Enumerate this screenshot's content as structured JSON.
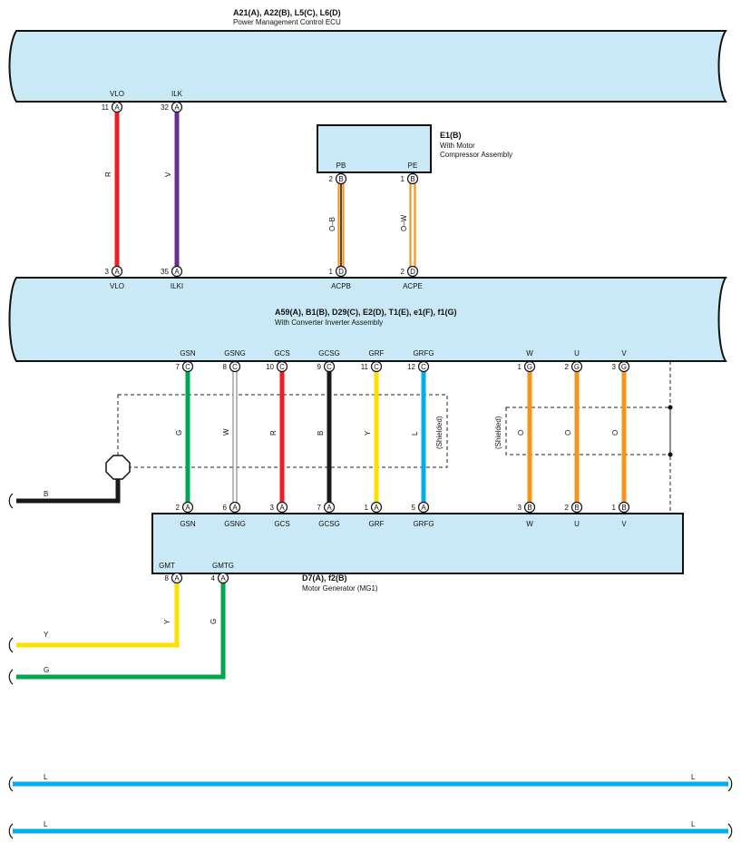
{
  "ecu_power": {
    "ref": "A21(A), A22(B), L5(C), L6(D)",
    "name": "Power Management Control ECU"
  },
  "compressor": {
    "ref": "E1(B)",
    "name1": "With Motor",
    "name2": "Compressor Assembly"
  },
  "inverter": {
    "ref": "A59(A), B1(B), D29(C), E2(D), T1(E), e1(F), f1(G)",
    "name": "With Converter Inverter Assembly"
  },
  "mg1": {
    "ref": "D7(A), f2(B)",
    "name": "Motor Generator (MG1)"
  },
  "wires_top": [
    {
      "top_name": "VLO",
      "top_pin": "11",
      "top_conn": "A",
      "color_code": "R",
      "color": "#ee1c24",
      "bot_pin": "3",
      "bot_conn": "A",
      "bot_name": "VLO"
    },
    {
      "top_name": "ILK",
      "top_pin": "32",
      "top_conn": "A",
      "color_code": "V",
      "color": "#6a2c91",
      "bot_pin": "35",
      "bot_conn": "A",
      "bot_name": "ILKI"
    }
  ],
  "wires_compressor": [
    {
      "top_name": "PB",
      "top_pin": "2",
      "top_conn": "B",
      "color_code": "O–B",
      "bot_pin": "1",
      "bot_conn": "D",
      "bot_name": "ACPB"
    },
    {
      "top_name": "PE",
      "top_pin": "1",
      "top_conn": "B",
      "color_code": "O–W",
      "bot_pin": "2",
      "bot_conn": "D",
      "bot_name": "ACPE"
    }
  ],
  "wires_mg1": [
    {
      "top_name": "GSN",
      "top_pin": "7",
      "top_conn": "C",
      "color_code": "G",
      "color": "#00a651",
      "bot_pin": "2",
      "bot_conn": "A",
      "bot_name": "GSN"
    },
    {
      "top_name": "GSNG",
      "top_pin": "8",
      "top_conn": "C",
      "color_code": "W",
      "color": "#ffffff",
      "bot_pin": "6",
      "bot_conn": "A",
      "bot_name": "GSNG"
    },
    {
      "top_name": "GCS",
      "top_pin": "10",
      "top_conn": "C",
      "color_code": "R",
      "color": "#ee1c24",
      "bot_pin": "3",
      "bot_conn": "A",
      "bot_name": "GCS"
    },
    {
      "top_name": "GCSG",
      "top_pin": "9",
      "top_conn": "C",
      "color_code": "B",
      "color": "#1a1a1a",
      "bot_pin": "7",
      "bot_conn": "A",
      "bot_name": "GCSG"
    },
    {
      "top_name": "GRF",
      "top_pin": "11",
      "top_conn": "C",
      "color_code": "Y",
      "color": "#ffde00",
      "bot_pin": "1",
      "bot_conn": "A",
      "bot_name": "GRF"
    },
    {
      "top_name": "GRFG",
      "top_pin": "12",
      "top_conn": "C",
      "color_code": "L",
      "color": "#00aeef",
      "bot_pin": "5",
      "bot_conn": "A",
      "bot_name": "GRFG"
    }
  ],
  "wires_power": [
    {
      "top_name": "W",
      "top_pin": "1",
      "top_conn": "G",
      "color_code": "O",
      "color": "#f7941d",
      "bot_pin": "3",
      "bot_conn": "B",
      "bot_name": "W"
    },
    {
      "top_name": "U",
      "top_pin": "2",
      "top_conn": "G",
      "color_code": "O",
      "color": "#f7941d",
      "bot_pin": "2",
      "bot_conn": "B",
      "bot_name": "U"
    },
    {
      "top_name": "V",
      "top_pin": "3",
      "top_conn": "G",
      "color_code": "O",
      "color": "#f7941d",
      "bot_pin": "1",
      "bot_conn": "B",
      "bot_name": "V"
    }
  ],
  "shielded_label": "(Shielded)",
  "ground_wire": {
    "color_code": "B"
  },
  "mg1_outputs": [
    {
      "name": "GMT",
      "pin": "8",
      "conn": "A",
      "color_code": "Y"
    },
    {
      "name": "GMTG",
      "pin": "4",
      "conn": "A",
      "color_code": "G"
    }
  ],
  "continuations": [
    {
      "color_code": "Y"
    },
    {
      "color_code": "G"
    }
  ],
  "l_lines": [
    {
      "left": "L",
      "right": "L"
    },
    {
      "left": "L",
      "right": "L"
    }
  ]
}
